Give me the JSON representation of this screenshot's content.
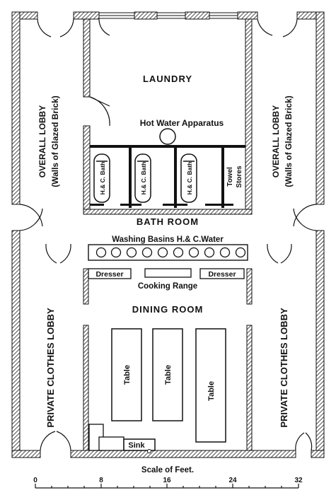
{
  "plan": {
    "laundry": "LAUNDRY",
    "hot_water": "Hot Water Apparatus",
    "bath_label": "H.& C. Bath",
    "towel_line1": "Towel",
    "towel_line2": "Stores",
    "bath_room": "BATH ROOM",
    "washing_basins": "Washing Basins H.& C.Water",
    "dresser_left": "Dresser",
    "dresser_right": "Dresser",
    "cooking_range": "Cooking Range",
    "dining_room": "DINING ROOM",
    "table": "Table",
    "sink": "Sink",
    "overall_lobby_line1": "OVERALL LOBBY",
    "overall_lobby_line2": "(Walls of Glazed Brick)",
    "private_lobby": "PRIVATE CLOTHES LOBBY"
  },
  "scale": {
    "title": "Scale of Feet.",
    "ticks": [
      "0",
      "8",
      "16",
      "24",
      "32"
    ]
  }
}
